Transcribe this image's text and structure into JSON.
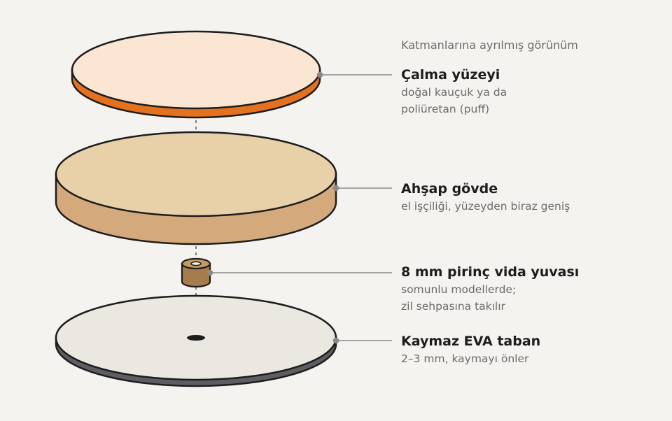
{
  "caption": "Katmanlarına ayrılmış görünüm",
  "layers": [
    {
      "id": "playing-surface",
      "title": "Çalma yüzeyi",
      "description": [
        "doğal kauçuk ya da",
        "poliüretan (puff)"
      ],
      "top_color": "#fbe6d4",
      "side_color": "#e4711f"
    },
    {
      "id": "wood-body",
      "title": "Ahşap gövde",
      "description": [
        "el işçiliği, yüzeyden biraz geniş"
      ],
      "top_color": "#e8d1a8",
      "side_color": "#d4aa7d"
    },
    {
      "id": "thread-insert",
      "title": "8 mm pirinç vida yuvası",
      "description": [
        "somunlu modellerde;",
        "zil sehpasına takılır"
      ],
      "top_color": "#c49a63",
      "side_color": "#a77c4c"
    },
    {
      "id": "base",
      "title": "Kaymaz EVA taban",
      "description": [
        "2–3 mm, kaymayı önler"
      ],
      "top_color": "#ebe7e1",
      "side_color": "#5e5e62"
    }
  ],
  "colors": {
    "outline": "#1d1d1d",
    "leader": "#8a8a8a",
    "background": "#f5f3ef"
  }
}
